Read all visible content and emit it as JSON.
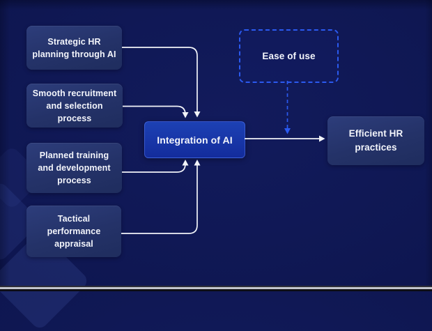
{
  "diagram": {
    "nodes": {
      "strategic": {
        "lines": [
          "Strategic HR",
          "planning through AI"
        ]
      },
      "recruitment": {
        "lines": [
          "Smooth recruitment",
          "and selection",
          "process"
        ]
      },
      "training": {
        "lines": [
          "Planned training",
          "and development",
          "process"
        ]
      },
      "appraisal": {
        "lines": [
          "Tactical",
          "performance",
          "appraisal"
        ]
      },
      "integration": {
        "label": "Integration of AI"
      },
      "ease": {
        "label": "Ease of use"
      },
      "efficient": {
        "lines": [
          "Efficient HR",
          "practices"
        ]
      }
    },
    "edges": [
      {
        "from": "strategic",
        "to": "integration",
        "style": "solid",
        "color": "#f2f4f9"
      },
      {
        "from": "recruitment",
        "to": "integration",
        "style": "solid",
        "color": "#f2f4f9"
      },
      {
        "from": "training",
        "to": "integration",
        "style": "solid",
        "color": "#f2f4f9"
      },
      {
        "from": "appraisal",
        "to": "integration",
        "style": "solid",
        "color": "#f2f4f9"
      },
      {
        "from": "integration",
        "to": "efficient",
        "style": "solid",
        "color": "#f2f4f9"
      },
      {
        "from": "ease",
        "to": "integration-efficient-arrow",
        "style": "dashed",
        "color": "#2b5af0"
      }
    ],
    "colors": {
      "background": "#0e1650",
      "soft_box_fill": "#243268",
      "integration_fill": "#16329f",
      "integration_border": "#6288ff",
      "dashed_accent": "#2b5af0",
      "arrow_white": "#f2f4f9",
      "text": "#f3f5fb",
      "bottom_edge_light": "#c2c5cd"
    }
  }
}
